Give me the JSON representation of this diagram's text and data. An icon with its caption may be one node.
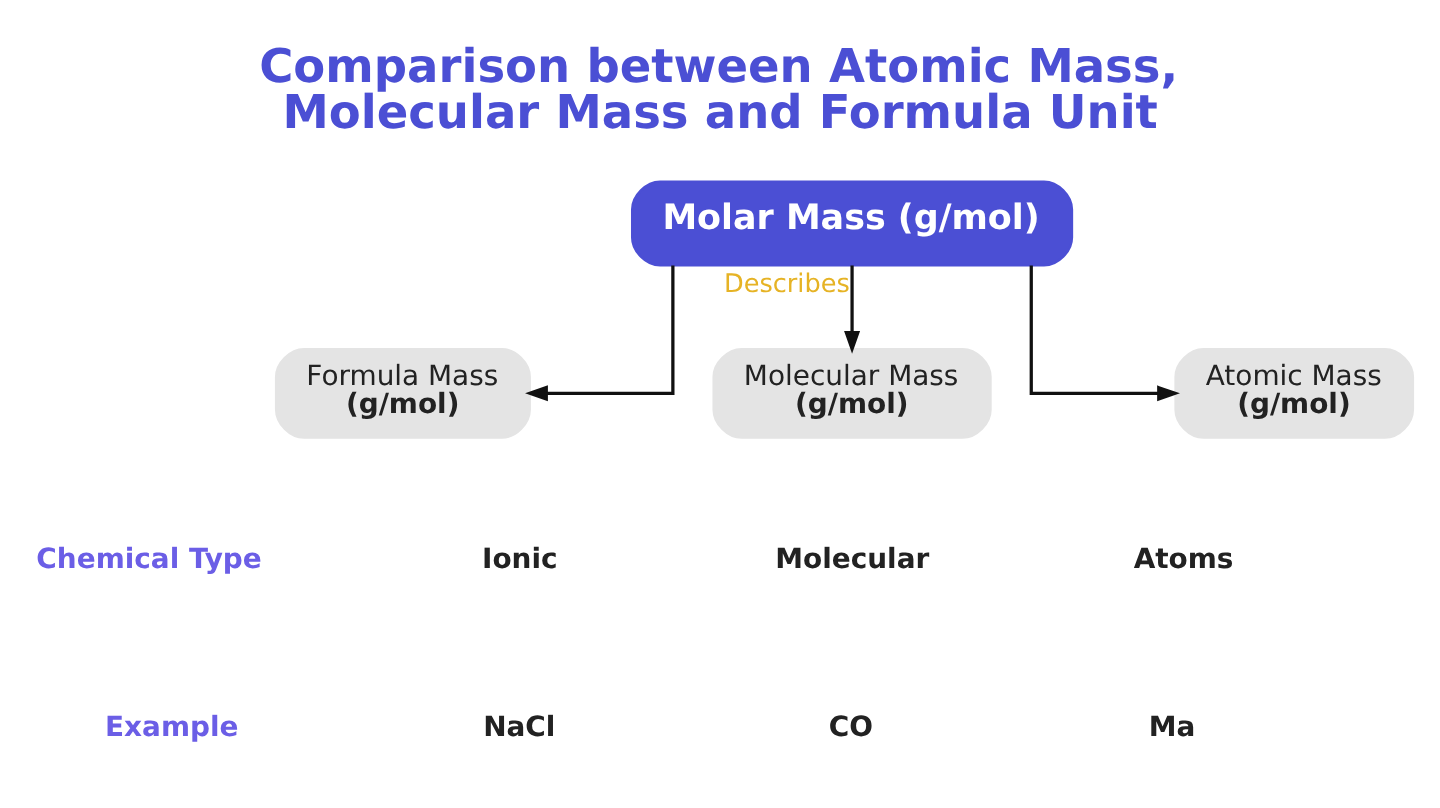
{
  "diagram": {
    "title": "Comparison between Atomic Mass, Molecular Mass and Formula Unit",
    "nodes": [
      {
        "text": [
          "Molar Mass (g/mol)"
        ]
      },
      {
        "text": [
          "Formula Mass",
          "(g/mol)"
        ]
      },
      {
        "text": [
          "Molecular Mass",
          "(g/mol)"
        ]
      },
      {
        "text": [
          "Atomic Mass",
          "(g/mol)"
        ]
      }
    ],
    "edges": [
      {
        "from": 0,
        "to": 1,
        "arrow": "to"
      },
      {
        "from": 0,
        "to": 2,
        "label": "Describes",
        "arrow": "to"
      },
      {
        "from": 0,
        "to": 3,
        "arrow": "to"
      }
    ],
    "labels": [
      "Chemical Type",
      "Ionic",
      "Molecular",
      "Atoms",
      "Example",
      "NaCl",
      "CO",
      "Ma"
    ]
  }
}
